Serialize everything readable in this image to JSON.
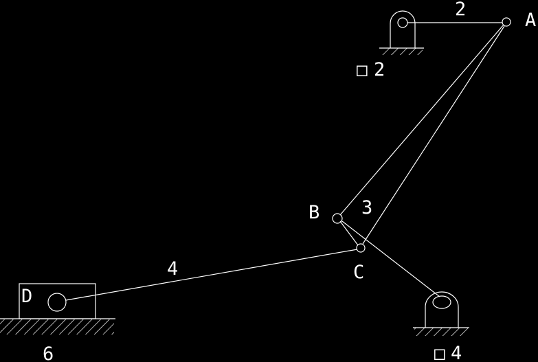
{
  "diagram": {
    "background": "#000000",
    "line_color": "#ffffff",
    "labels": {
      "link_2": "2",
      "joint_a": "A",
      "pivot_o2_symbol": "□",
      "pivot_o2_number": "2",
      "joint_b": "B",
      "link_3": "3",
      "joint_c": "C",
      "link_4": "4",
      "joint_d": "D",
      "ground_6": "6",
      "pivot_o4_symbol": "□",
      "pivot_o4_number": "4"
    }
  }
}
